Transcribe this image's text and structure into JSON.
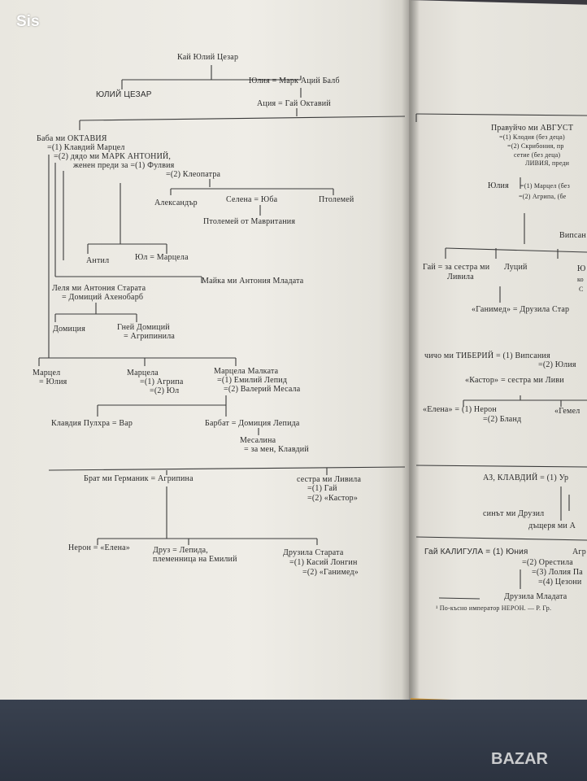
{
  "watermark": {
    "brand": "Sis",
    "site": "BAZAR"
  },
  "left_page": {
    "labels": [
      "Кай Юлий Цезар",
      "ЮЛИЙ ЦЕЗАР",
      "Юлия = Марк Аций Балб",
      "Ация = Гай Октавий",
      "Баба ми ОКТАВИЯ",
      "=(1) Клавдий Марцел",
      "=(2) дядо ми МАРК АНТОНИЙ,",
      "женен преди за =(1) Фулвия",
      "=(2) Клеопатра",
      "Александър",
      "Селена = Юба",
      "Птолемей",
      "Птолемей от Мавритания",
      "Антил",
      "Юл = Марцела",
      "Леля ми Антония Старата",
      "= Домиций Ахенобарб",
      "Майка ми Антония Младата",
      "Домиция",
      "Гней Домиций",
      "= Агрипинила",
      "Марцел",
      "= Юлия",
      "Марцела",
      "=(1) Агрипа",
      "=(2) Юл",
      "Марцела Малката",
      "=(1) Емилий Лепид",
      "=(2) Валерий Месала",
      "Клавдия Пулхра = Вар",
      "Барбат = Домиция Лепида",
      "Месалина",
      "= за мен, Клавдий",
      "Брат ми Германик = Агрипина",
      "сестра ми Ливила",
      "=(1) Гай",
      "=(2) «Кастор»",
      "Нерон = «Елена»",
      "Друз = Лепида,",
      "племенница на Емилий",
      "Друзила Старата",
      "=(1) Касий Лонгин",
      "=(2) «Ганимед»"
    ]
  },
  "right_page": {
    "labels": [
      "Правуйчо ми АВГУСТ",
      "=(1) Клодия (без деца)",
      "=(2) Скрибония, пр",
      "сетие (без деца)",
      "ЛИВИЯ, преди",
      "Юлия",
      "=(1) Марцел (без",
      "=(2) Агрипа, (бе",
      "Випсан",
      "Гай = за сестра ми",
      "Ливила",
      "Луций",
      "Ю",
      "ко",
      "С",
      "«Ганимед» = Друзила Стар",
      "чичо ми ТИБЕРИЙ = (1) Випсания",
      "=(2) Юлия",
      "«Кастор» = сестра ми Ливи",
      "«Елена» = (1) Нерон",
      "=(2) Бланд",
      "«Гемел",
      "АЗ, КЛАВДИЙ = (1) Ур",
      "синът ми Друзил",
      "дъщеря ми А",
      "Гай КАЛИГУЛА = (1) Юния",
      "=(2) Орестила",
      "=(3) Лолия Па",
      "=(4) Цезони",
      "Друзила Младата",
      "Агр",
      "¹ По-късно император НЕРОН. — Р. Гр."
    ]
  }
}
